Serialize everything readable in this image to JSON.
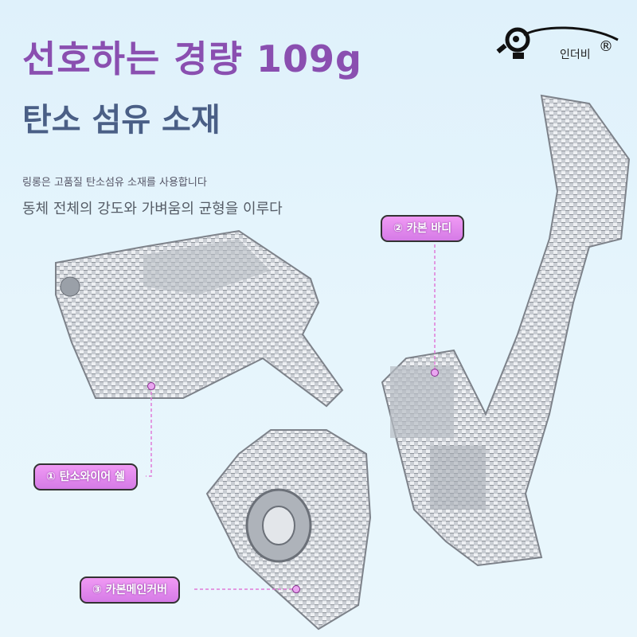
{
  "headline": {
    "title": "선호하는 경량 109g",
    "subtitle": "탄소 섬유 소재"
  },
  "description": {
    "line1": "링롱은 고품질 탄소섬유 소재를 사용합니다",
    "line2": "동체 전체의 강도와 가벼움의 균형을 이루다"
  },
  "brand": {
    "name": "인더비",
    "registered": "®"
  },
  "callouts": [
    {
      "label": "① 탄소와이어 쉘"
    },
    {
      "label": "② 카본 바디"
    },
    {
      "label": "③ 카본메인커버"
    }
  ],
  "colors": {
    "title": "#8a4fb0",
    "subtitle": "#4a5f86",
    "label_bg": "#e68cf0",
    "connector": "#e07ad8"
  }
}
